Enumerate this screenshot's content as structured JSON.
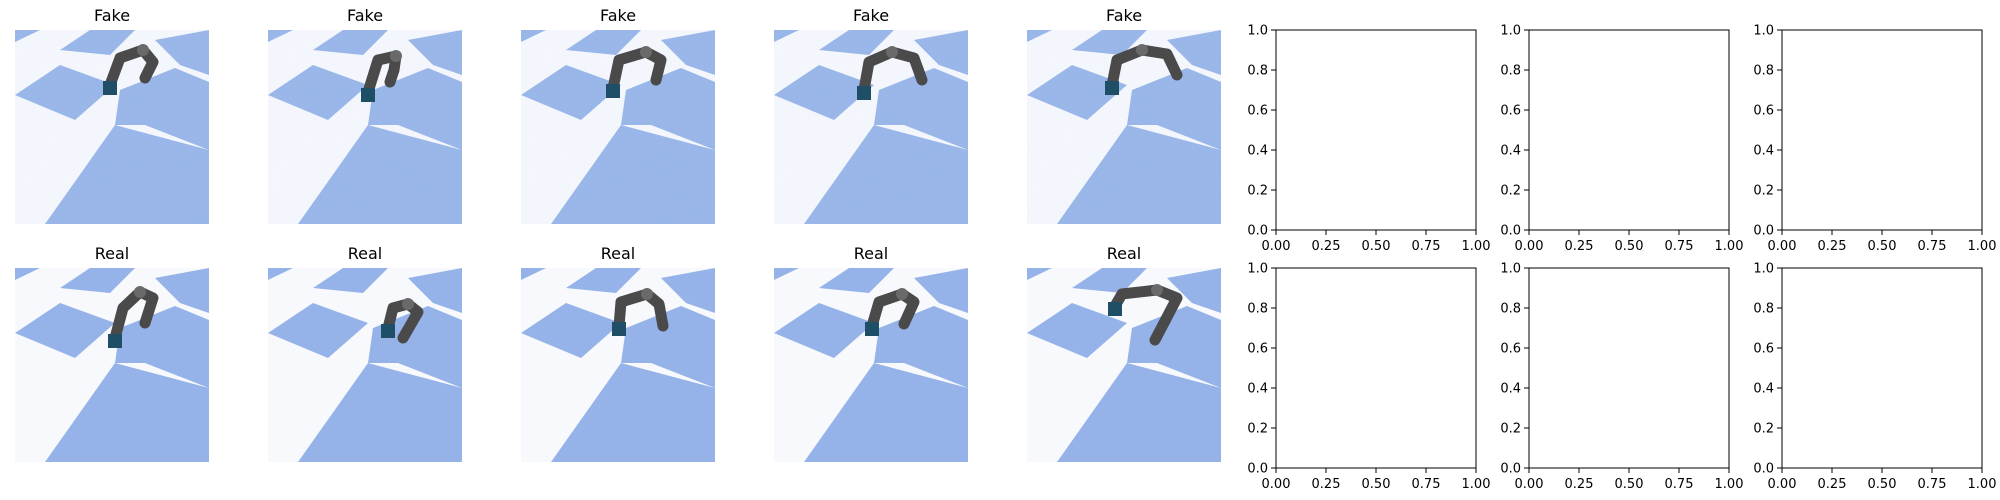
{
  "figure": {
    "rows": [
      {
        "label": "Fake",
        "panel_count": 5
      },
      {
        "label": "Real",
        "panel_count": 5
      }
    ]
  },
  "colors": {
    "floor_blue": "#95b3e8",
    "floor_white": "#f7f9fd",
    "robot_dark": "#4a4a4a",
    "robot_accent": "#1f4f66",
    "axis": "#000000"
  },
  "chart_data": [
    {
      "type": "axes",
      "row": 1,
      "col": 6,
      "xlim": [
        0,
        1
      ],
      "ylim": [
        0,
        1
      ],
      "xticks": [
        "0.00",
        "0.25",
        "0.50",
        "0.75",
        "1.00"
      ],
      "yticks": [
        "0.0",
        "0.2",
        "0.4",
        "0.6",
        "0.8",
        "1.0"
      ],
      "series": []
    },
    {
      "type": "axes",
      "row": 1,
      "col": 7,
      "xlim": [
        0,
        1
      ],
      "ylim": [
        0,
        1
      ],
      "xticks": [
        "0.00",
        "0.25",
        "0.50",
        "0.75",
        "1.00"
      ],
      "yticks": [
        "0.0",
        "0.2",
        "0.4",
        "0.6",
        "0.8",
        "1.0"
      ],
      "series": []
    },
    {
      "type": "axes",
      "row": 1,
      "col": 8,
      "xlim": [
        0,
        1
      ],
      "ylim": [
        0,
        1
      ],
      "xticks": [
        "0.00",
        "0.25",
        "0.50",
        "0.75",
        "1.00"
      ],
      "yticks": [
        "0.0",
        "0.2",
        "0.4",
        "0.6",
        "0.8",
        "1.0"
      ],
      "series": []
    },
    {
      "type": "axes",
      "row": 2,
      "col": 6,
      "xlim": [
        0,
        1
      ],
      "ylim": [
        0,
        1
      ],
      "xticks": [
        "0.00",
        "0.25",
        "0.50",
        "0.75",
        "1.00"
      ],
      "yticks": [
        "0.0",
        "0.2",
        "0.4",
        "0.6",
        "0.8",
        "1.0"
      ],
      "series": []
    },
    {
      "type": "axes",
      "row": 2,
      "col": 7,
      "xlim": [
        0,
        1
      ],
      "ylim": [
        0,
        1
      ],
      "xticks": [
        "0.00",
        "0.25",
        "0.50",
        "0.75",
        "1.00"
      ],
      "yticks": [
        "0.0",
        "0.2",
        "0.4",
        "0.6",
        "0.8",
        "1.0"
      ],
      "series": []
    },
    {
      "type": "axes",
      "row": 2,
      "col": 8,
      "xlim": [
        0,
        1
      ],
      "ylim": [
        0,
        1
      ],
      "xticks": [
        "0.00",
        "0.25",
        "0.50",
        "0.75",
        "1.00"
      ],
      "yticks": [
        "0.0",
        "0.2",
        "0.4",
        "0.6",
        "0.8",
        "1.0"
      ],
      "series": []
    }
  ]
}
